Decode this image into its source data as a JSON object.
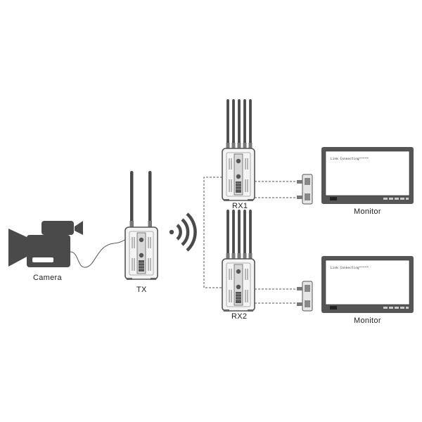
{
  "labels": {
    "camera": "Camera",
    "tx": "TX",
    "rx1": "RX1",
    "rx2": "RX2",
    "monitor_top": "Monitor",
    "monitor_bottom": "Monitor"
  },
  "screens": {
    "top": "Link Connecting*****",
    "bottom": "Link Connecting*****"
  },
  "colors": {
    "device_dark": "#4a4a4a",
    "device_mid": "#8a8a8a",
    "device_light": "#e6e6e6",
    "line": "#555555",
    "bezel": "#555555",
    "screen": "#ffffff"
  }
}
